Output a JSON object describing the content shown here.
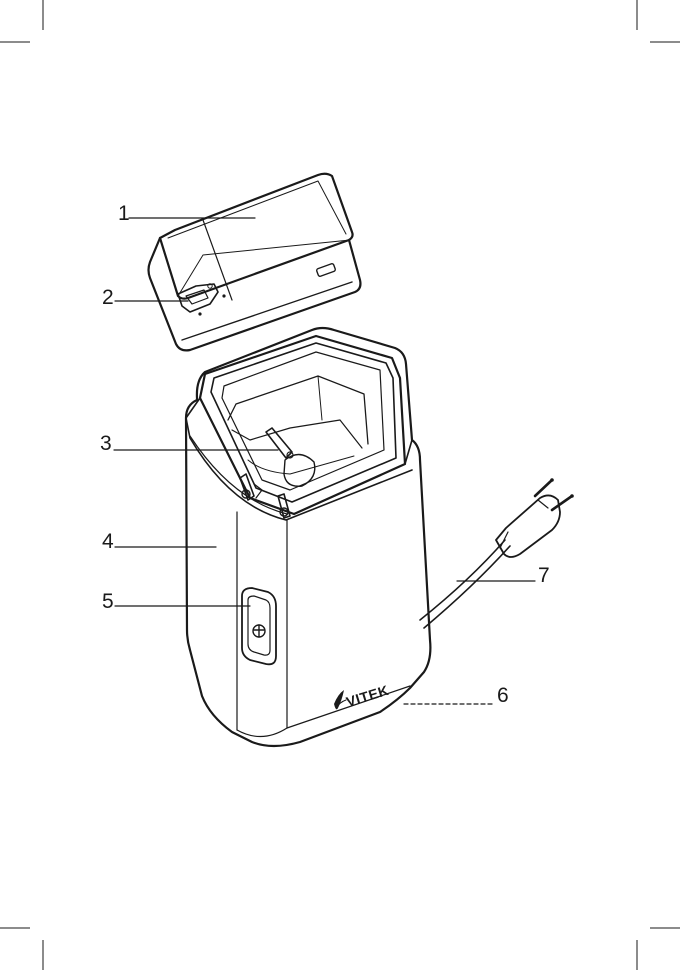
{
  "brand": {
    "name": "VITEK"
  },
  "callouts": [
    {
      "number": "1"
    },
    {
      "number": "2"
    },
    {
      "number": "3"
    },
    {
      "number": "4"
    },
    {
      "number": "5"
    },
    {
      "number": "6"
    },
    {
      "number": "7"
    }
  ],
  "icons": {
    "brand_logo": "leaf-drop-logo",
    "power_button_symbol": "padlock-lock-icon"
  },
  "colors": {
    "line": "#1a1a1a",
    "background": "#ffffff"
  }
}
